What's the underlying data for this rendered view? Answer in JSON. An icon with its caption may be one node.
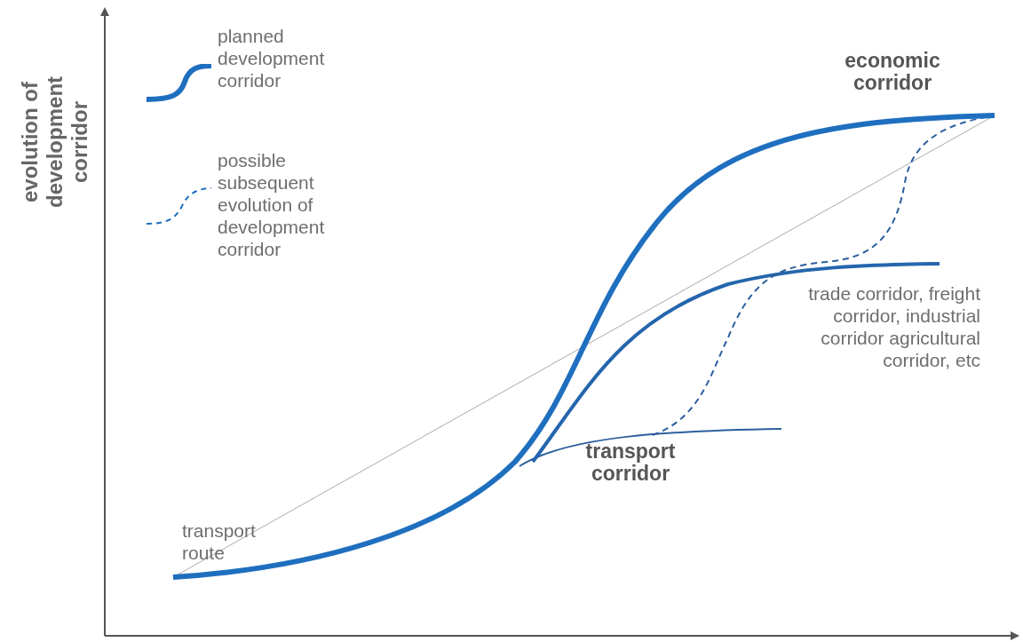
{
  "diagram": {
    "labels": [
      "evolution of development corridor",
      "economic corridor",
      "trade corridor, freight corridor, industrial corridor agricultural corridor, etc",
      "transport corridor",
      "transport route"
    ],
    "legend": [
      {
        "text": "planned development corridor"
      },
      {
        "text": "possible subsequent evolution of development corridor"
      }
    ]
  }
}
